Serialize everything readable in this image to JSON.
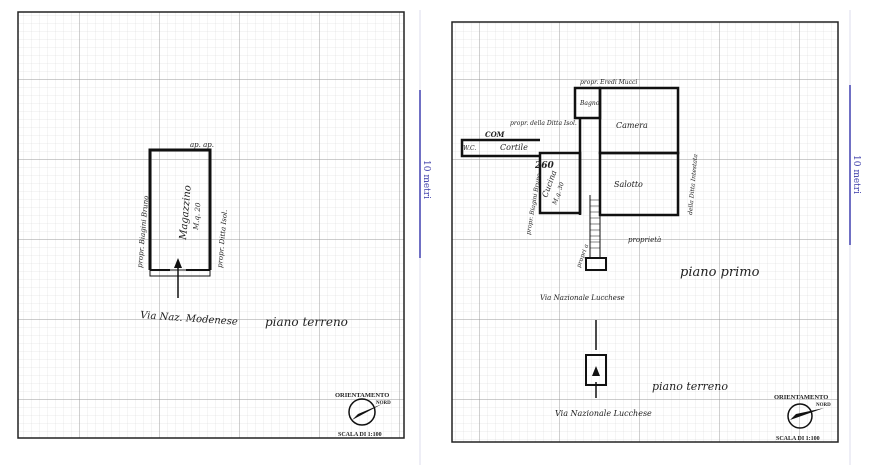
{
  "scale_bar": {
    "label": "10 metri",
    "color": "#4040b0"
  },
  "sheet_left": {
    "room": "Magazzino",
    "room_area": "M.q. 20",
    "side_left": "propr. Biagini Bruno",
    "side_right": "propr. Ditta Isol.",
    "top": "ap. ap.",
    "street": "Via Naz. Modenese",
    "floor": "piano terreno",
    "compass": {
      "title": "ORIENTAMENTO",
      "north": "NORD",
      "scale": "SCALA DI 1:100"
    }
  },
  "sheet_right": {
    "rooms": [
      "Camera",
      "Salotto",
      "Cucina",
      "Cortile",
      "W.C.",
      "Bagno"
    ],
    "labels": {
      "top": "propr. Eredi Mucci",
      "ditta": "propr. della Ditta Isol.",
      "ditta_right": "della Ditta Intestata",
      "left": "propr. Biagini Bruno",
      "proprieta": "proprietà",
      "propri": "propri a",
      "com": "COM",
      "num": "260",
      "kitchen_area": "M.q. 30"
    },
    "floor_upper": "piano primo",
    "street_upper": "Via Nazionale Lucchese",
    "floor_lower": "piano terreno",
    "street_lower": "Via Nazionale Lucchese",
    "compass": {
      "title": "ORIENTAMENTO",
      "north": "NORD",
      "scale": "SCALA DI 1:100"
    }
  }
}
